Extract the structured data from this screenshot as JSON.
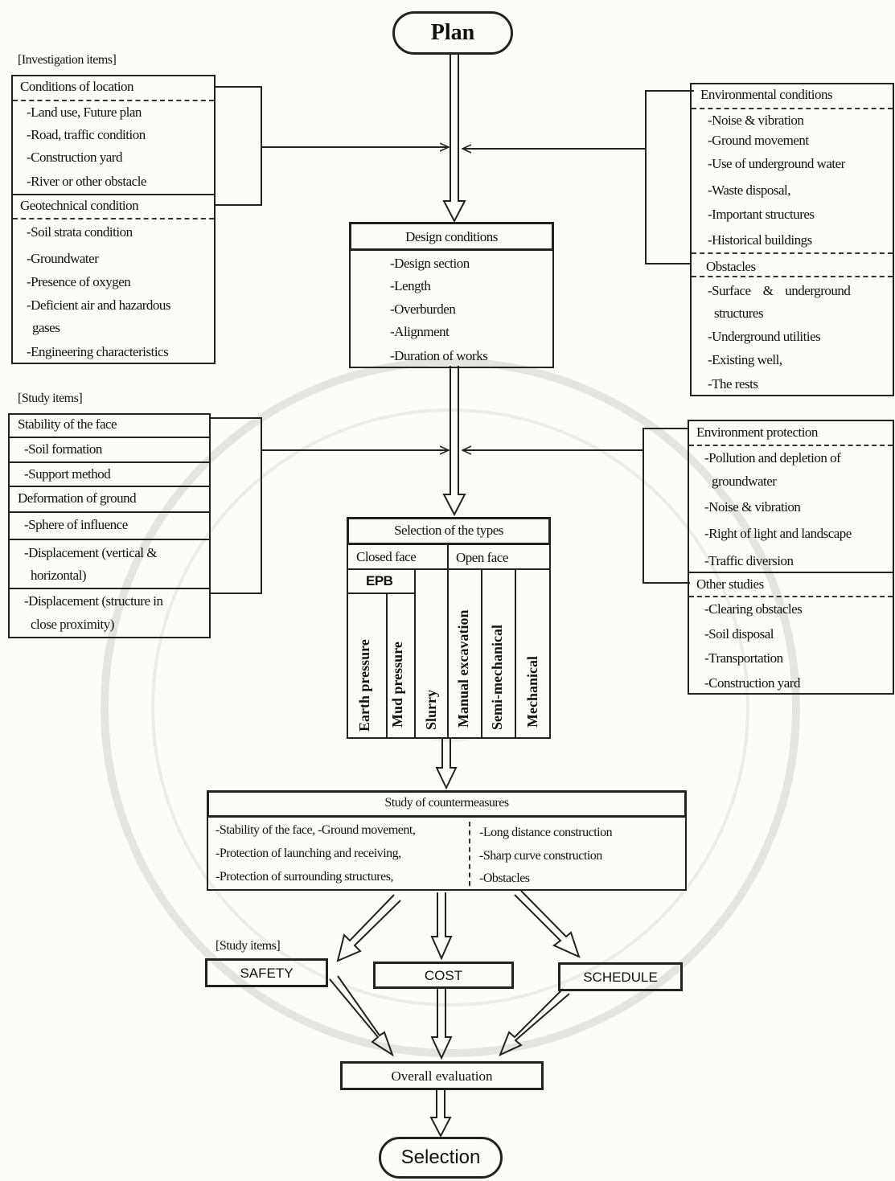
{
  "plan": "Plan",
  "selection": "Selection",
  "investigation": {
    "label": "[Investigation items]",
    "location_header": "Conditions of location",
    "location_items": [
      "-Land use, Future plan",
      "-Road, traffic condition",
      "-Construction yard",
      "-River or other obstacle"
    ],
    "geo_header": "Geotechnical condition",
    "geo_items": [
      "-Soil strata condition",
      "-Groundwater",
      "-Presence of oxygen",
      "-Deficient air and hazardous",
      "gases",
      "-Engineering characteristics"
    ]
  },
  "environmental": {
    "header": "Environmental conditions",
    "items": [
      "-Noise & vibration",
      "-Ground movement",
      "-Use of underground water",
      "-Waste disposal,",
      "-Important structures",
      "-Historical buildings"
    ],
    "obstacles_header": "Obstacles",
    "obstacles_items": [
      "-Surface    &    underground",
      "structures",
      "-Underground utilities",
      "-Existing well,",
      "-The rests"
    ]
  },
  "design": {
    "header": "Design conditions",
    "items": [
      "-Design section",
      "-Length",
      "-Overburden",
      "-Alignment",
      "-Duration of works"
    ]
  },
  "study_left": {
    "label": "[Study items]",
    "face_header": "Stability of the face",
    "face_items": [
      "-Soil formation",
      "-Support method"
    ],
    "deform_header": "Deformation of ground",
    "deform_items": [
      "-Sphere of influence",
      "-Displacement (vertical &",
      "horizontal)",
      "-Displacement (structure in",
      "close proximity)"
    ]
  },
  "study_right": {
    "env_header": "Environment protection",
    "env_items": [
      "-Pollution and depletion of",
      "groundwater",
      "-Noise & vibration",
      "-Right of light and landscape",
      "-Traffic diversion"
    ],
    "other_header": "Other studies",
    "other_items": [
      "-Clearing obstacles",
      "-Soil disposal",
      "-Transportation",
      "-Construction yard"
    ]
  },
  "types": {
    "header": "Selection of the types",
    "closed": "Closed face",
    "open": "Open face",
    "epb": "EPB",
    "columns": [
      "Earth pressure",
      "Mud pressure",
      "Slurry",
      "Manual excavation",
      "Semi-mechanical",
      "Mechanical"
    ]
  },
  "counter": {
    "header": "Study of countermeasures",
    "left_items": [
      "-Stability of the face, -Ground movement,",
      "-Protection of launching and receiving,",
      "-Protection of surrounding structures,"
    ],
    "right_items": [
      "-Long distance construction",
      "-Sharp curve construction",
      "-Obstacles"
    ]
  },
  "study_label": "[Study items]",
  "safety": "SAFETY",
  "cost": "COST",
  "schedule": "SCHEDULE",
  "overall": "Overall evaluation"
}
